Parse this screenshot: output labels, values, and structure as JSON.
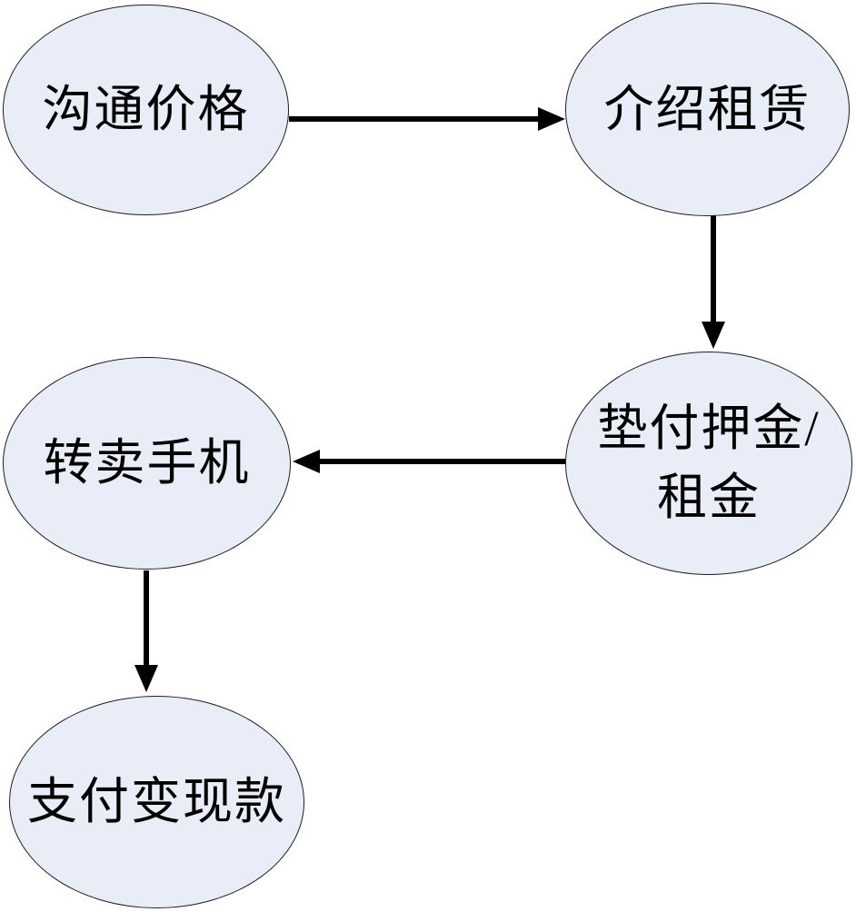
{
  "diagram": {
    "title": "mobile-phone rental cash-out flow",
    "colors": {
      "background": "#ffffff",
      "node_fill": "#e8edf7",
      "node_border": "#1f1f1f",
      "arrow": "#000000",
      "text": "#000000"
    },
    "nodes": [
      {
        "label": "沟通价格"
      },
      {
        "label": "介绍租赁"
      },
      {
        "label": "垫付押金/",
        "label_line2": "租金"
      },
      {
        "label": "转卖手机"
      },
      {
        "label": "支付变现款"
      }
    ],
    "edges": [
      {
        "from": "沟通价格",
        "to": "介绍租赁",
        "direction": "right"
      },
      {
        "from": "介绍租赁",
        "to": "垫付押金/租金",
        "direction": "down"
      },
      {
        "from": "垫付押金/租金",
        "to": "转卖手机",
        "direction": "left"
      },
      {
        "from": "转卖手机",
        "to": "支付变现款",
        "direction": "down"
      }
    ]
  }
}
